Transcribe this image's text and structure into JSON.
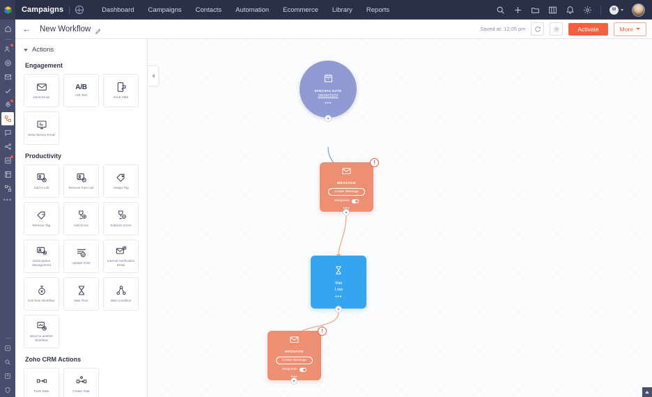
{
  "topnav": {
    "brand": "Campaigns",
    "org_icon": "globe-icon",
    "links": [
      "Dashboard",
      "Campaigns",
      "Contacts",
      "Automation",
      "Ecommerce",
      "Library",
      "Reports"
    ],
    "right_icons": [
      "search-icon",
      "plus-icon",
      "folder-icon",
      "apps-grid-icon",
      "bell-icon",
      "gear-icon"
    ],
    "user_initial": "W",
    "avatar": "user-avatar"
  },
  "rail": {
    "items": [
      {
        "name": "home-icon",
        "badge": false
      },
      {
        "name": "contacts-icon",
        "badge": true
      },
      {
        "name": "target-icon",
        "badge": false
      },
      {
        "name": "campaign-icon",
        "badge": false
      },
      {
        "name": "check-icon",
        "badge": false
      },
      {
        "name": "rocket-icon",
        "badge": true
      },
      {
        "name": "automation-icon",
        "badge": false,
        "active": true
      },
      {
        "name": "chat-icon",
        "badge": false
      },
      {
        "name": "share-icon",
        "badge": false
      },
      {
        "name": "reports-icon",
        "badge": true
      },
      {
        "name": "library-icon",
        "badge": false
      },
      {
        "name": "integration-icon",
        "badge": false
      }
    ],
    "bottom_items": [
      {
        "name": "feedback-icon"
      },
      {
        "name": "search-icon"
      },
      {
        "name": "help-icon"
      },
      {
        "name": "shield-icon"
      }
    ]
  },
  "workflow_header": {
    "back": "back-arrow-icon",
    "title": "New Workflow",
    "edit_icon": "pencil-icon",
    "saved_status": "Saved at: 12:05 pm",
    "refresh_icon": "refresh-icon",
    "settings_icon": "gear-icon",
    "activate_label": "Activate",
    "more_label": "More"
  },
  "panel": {
    "accordion_label": "Actions",
    "groups": [
      {
        "title": "Engagement",
        "tiles": [
          {
            "label": "Send Email",
            "icon": "envelope-icon"
          },
          {
            "label": "A/B Test",
            "icon": "ab-text"
          },
          {
            "label": "Send SMS",
            "icon": "sms-icon"
          },
          {
            "label": "Send Survey Email",
            "icon": "survey-icon"
          }
        ]
      },
      {
        "title": "Productivity",
        "tiles": [
          {
            "label": "Add to List",
            "icon": "add-to-list-icon"
          },
          {
            "label": "Remove from List",
            "icon": "remove-from-list-icon"
          },
          {
            "label": "Assign Tag",
            "icon": "assign-tag-icon"
          },
          {
            "label": "Remove Tag",
            "icon": "remove-tag-icon"
          },
          {
            "label": "Add Score",
            "icon": "add-score-icon"
          },
          {
            "label": "Subtract Score",
            "icon": "subtract-score-icon"
          },
          {
            "label": "Subscription Management",
            "icon": "subscription-icon"
          },
          {
            "label": "Update Field",
            "icon": "update-field-icon"
          },
          {
            "label": "Internal Notification Email",
            "icon": "notification-email-icon"
          },
          {
            "label": "Exit from Workflow",
            "icon": "exit-workflow-icon"
          },
          {
            "label": "Wait Time",
            "icon": "hourglass-icon"
          },
          {
            "label": "Wait Condition",
            "icon": "wait-condition-icon"
          },
          {
            "label": "Move to another Workflow",
            "icon": "move-workflow-icon"
          }
        ]
      },
      {
        "title": "Zoho CRM Actions",
        "tiles": [
          {
            "label": "Push Data",
            "icon": "push-data-icon"
          },
          {
            "label": "Create Task",
            "icon": "create-task-icon"
          }
        ]
      }
    ]
  },
  "canvas": {
    "collapse_icon": "chevron-left-icon",
    "scroll_top_icon": "arrow-up-icon",
    "nodes": [
      {
        "type": "trigger",
        "icon": "calendar-icon",
        "label": "SPECIFIC DATE",
        "value": "28/08/2023",
        "menu": "•••"
      },
      {
        "type": "message",
        "icon": "envelope-icon",
        "label": "MESSAGE",
        "action_label": "Create Message",
        "response_label": "Response",
        "response_on": true,
        "warning": "!",
        "menu": "•••"
      },
      {
        "type": "wait",
        "icon": "hourglass-icon",
        "label": "Wait",
        "value": "1 day",
        "menu": "•••"
      },
      {
        "type": "message",
        "icon": "envelope-icon",
        "label": "MESSAGE",
        "action_label": "Create Message",
        "response_label": "Response",
        "response_on": true,
        "warning": "!",
        "menu": "•••"
      }
    ]
  },
  "colors": {
    "nav_bg": "#2b3049",
    "rail_bg": "#474d6b",
    "accent": "#f4613f",
    "trigger_node": "#8f9bd2",
    "message_node": "#ed8f73",
    "wait_node": "#35a5f0",
    "warning": "#f05542"
  }
}
